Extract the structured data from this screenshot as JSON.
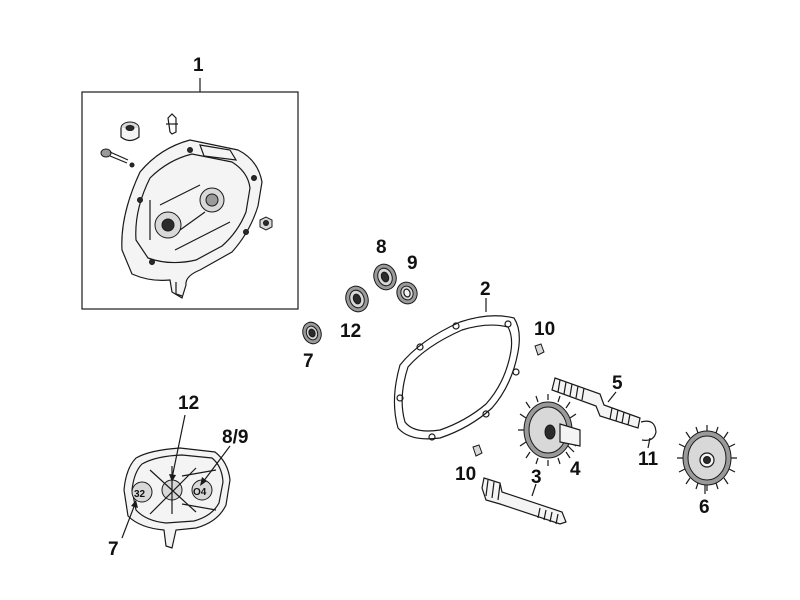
{
  "callouts": {
    "c1": "1",
    "c2": "2",
    "c3": "3",
    "c4": "4",
    "c5": "5",
    "c6": "6",
    "c7": "7",
    "c8": "8",
    "c9": "9",
    "c10a": "10",
    "c10b": "10",
    "c11": "11",
    "c12": "12"
  },
  "inset": {
    "label_12": "12",
    "label_89": "8/9",
    "label_7": "7",
    "hole_labels": {
      "a": "32",
      "b": "O4"
    }
  }
}
